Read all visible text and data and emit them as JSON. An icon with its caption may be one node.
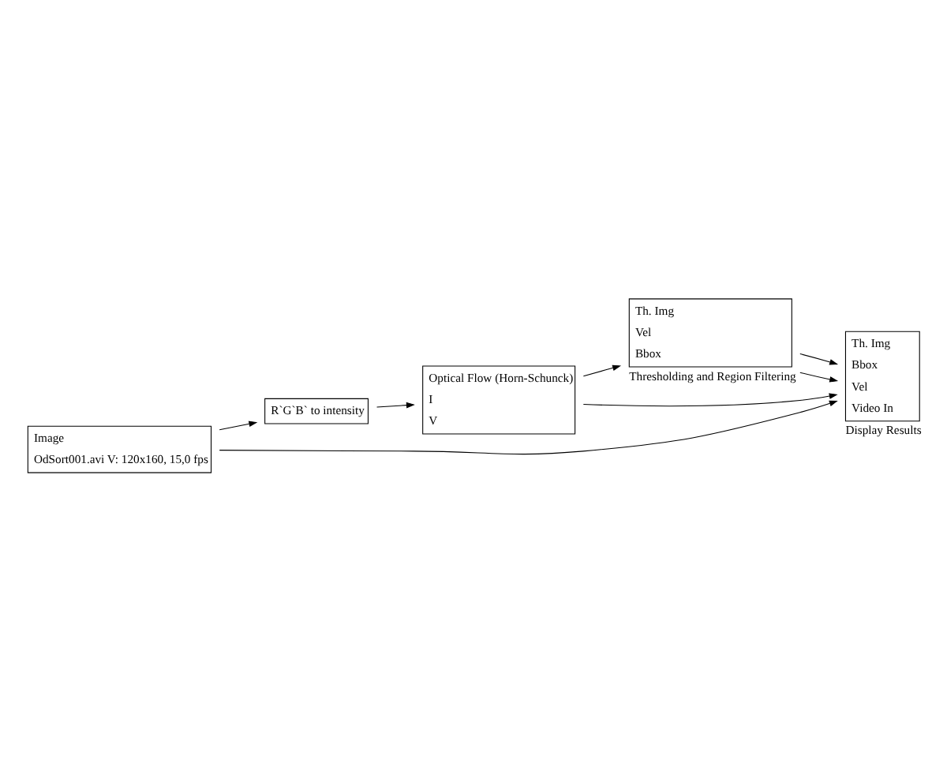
{
  "diagram": {
    "nodes": [
      {
        "text": [
          "R`G`B` to intensity"
        ]
      },
      {
        "text": [
          "Optical Flow (Horn-Schunck)",
          "I",
          "V"
        ]
      },
      {
        "text": [
          "Th. Img",
          "Vel",
          "Bbox"
        ],
        "beside": [
          "Thresholding and Region Filtering"
        ]
      },
      {
        "text": [
          "Th. Img",
          "Bbox",
          "Vel",
          "Video In"
        ],
        "beside": [
          "Display Results"
        ]
      },
      {
        "text": [
          "Image",
          "OdSort001.avi V: 120x160, 15,0 fps"
        ]
      }
    ],
    "edges": [
      {
        "from": 4,
        "to": 0,
        "arrow": "to"
      },
      {
        "from": 0,
        "to": 1,
        "arrow": "to"
      },
      {
        "from": 1,
        "to": 2,
        "arrow": "to"
      },
      {
        "from": 1,
        "to": 3,
        "arrow": "to"
      },
      {
        "from": 2,
        "to": 3,
        "arrow": "to"
      },
      {
        "from": 2,
        "to": 3,
        "arrow": "to"
      },
      {
        "from": 4,
        "to": 3,
        "arrow": "to"
      }
    ]
  }
}
